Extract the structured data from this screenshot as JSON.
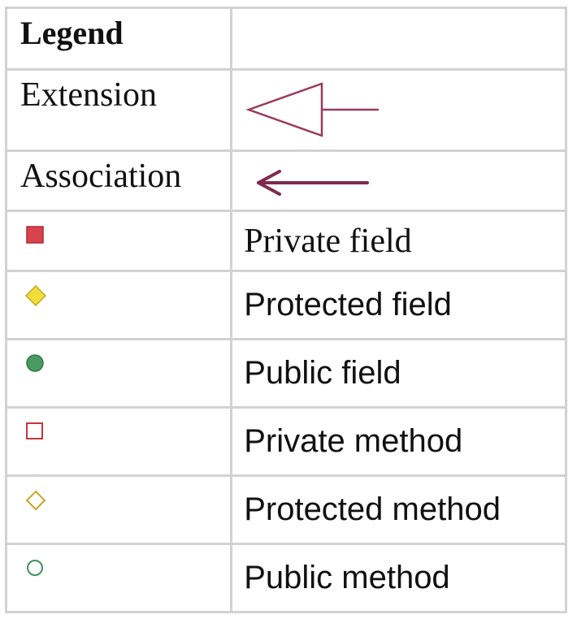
{
  "legend": {
    "title": "Legend",
    "rows": [
      {
        "label": "Extension",
        "icon": "extension-arrow-icon"
      },
      {
        "label": "Association",
        "icon": "association-arrow-icon"
      },
      {
        "description": "Private field",
        "icon": "private-field-icon"
      },
      {
        "description": "Protected field",
        "icon": "protected-field-icon"
      },
      {
        "description": "Public field",
        "icon": "public-field-icon"
      },
      {
        "description": "Private method",
        "icon": "private-method-icon"
      },
      {
        "description": "Protected method",
        "icon": "protected-method-icon"
      },
      {
        "description": "Public method",
        "icon": "public-method-icon"
      }
    ]
  },
  "colors": {
    "arrow": "#9b3a5c",
    "private": "#d9434e",
    "protected": "#e9d33a",
    "public": "#4c9a63",
    "border": "#d2d2d2"
  }
}
